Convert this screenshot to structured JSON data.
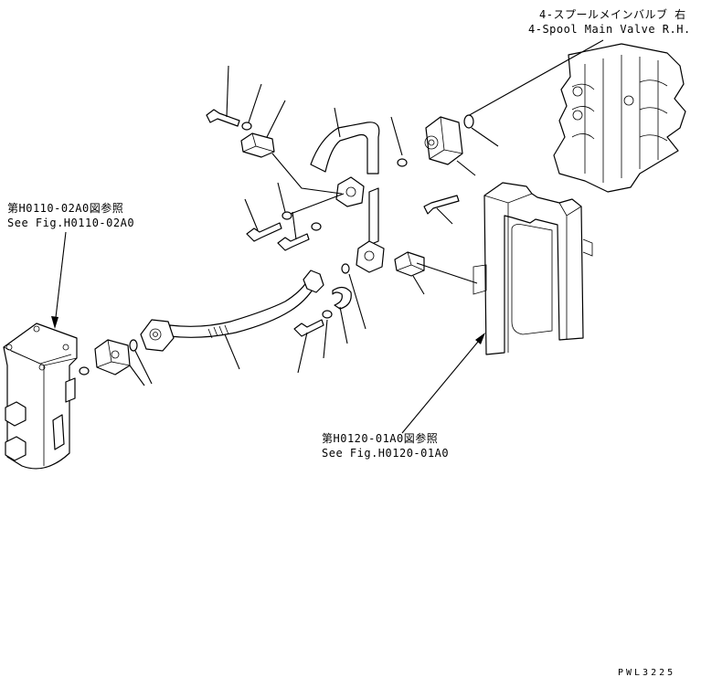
{
  "labels": {
    "valve_jp": "4-スプールメインバルブ 右",
    "valve_en": "4-Spool Main Valve R.H.",
    "ref1_jp": "第H0110-02A0図参照",
    "ref1_en": "See Fig.H0110-02A0",
    "ref2_jp": "第H0120-01A0図参照",
    "ref2_en": "See Fig.H0120-01A0",
    "drawing_code": "PWL3225"
  },
  "colors": {
    "ink": "#000000",
    "paper": "#ffffff"
  }
}
